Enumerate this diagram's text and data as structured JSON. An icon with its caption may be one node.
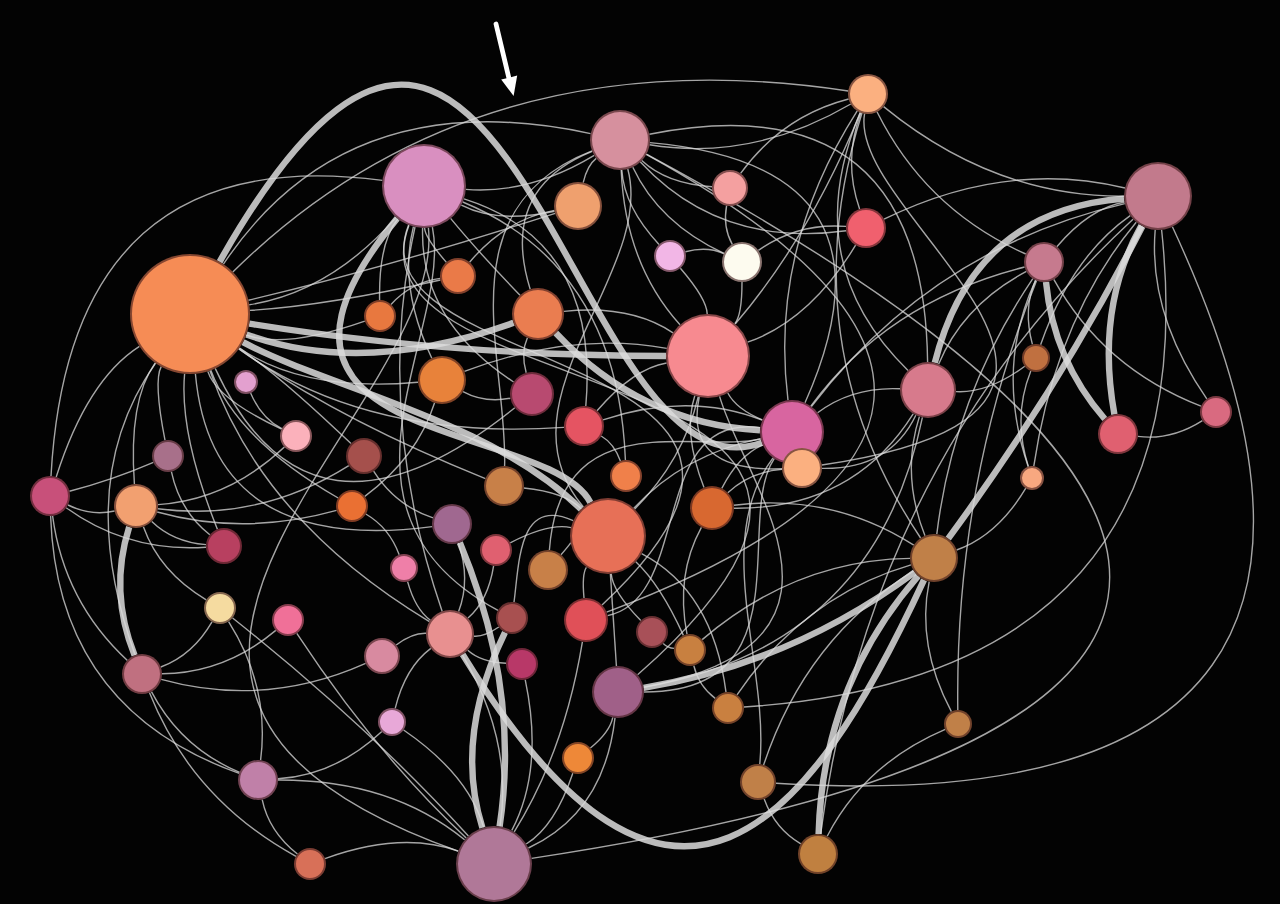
{
  "diagram": {
    "nodes": [
      {
        "text": [],
        "shape": "circle"
      },
      {
        "text": [],
        "shape": "circle"
      },
      {
        "text": [],
        "shape": "circle"
      },
      {
        "text": [],
        "shape": "circle"
      },
      {
        "text": [],
        "shape": "circle"
      },
      {
        "text": [],
        "shape": "circle"
      },
      {
        "text": [],
        "shape": "circle"
      },
      {
        "text": [],
        "shape": "circle"
      },
      {
        "text": [],
        "shape": "circle"
      },
      {
        "text": [],
        "shape": "circle"
      },
      {
        "text": [],
        "shape": "circle"
      },
      {
        "text": [],
        "shape": "circle"
      },
      {
        "text": [],
        "shape": "circle"
      },
      {
        "text": [],
        "shape": "circle"
      },
      {
        "text": [],
        "shape": "circle"
      },
      {
        "text": [],
        "shape": "circle"
      },
      {
        "text": [],
        "shape": "circle"
      },
      {
        "text": [],
        "shape": "circle"
      },
      {
        "text": [],
        "shape": "circle"
      },
      {
        "text": [],
        "shape": "circle"
      },
      {
        "text": [],
        "shape": "circle"
      },
      {
        "text": [],
        "shape": "circle"
      },
      {
        "text": [],
        "shape": "circle"
      },
      {
        "text": [],
        "shape": "circle"
      },
      {
        "text": [],
        "shape": "circle"
      },
      {
        "text": [],
        "shape": "circle"
      },
      {
        "text": [],
        "shape": "circle"
      },
      {
        "text": [],
        "shape": "circle"
      },
      {
        "text": [],
        "shape": "circle"
      },
      {
        "text": [],
        "shape": "circle"
      },
      {
        "text": [],
        "shape": "circle"
      },
      {
        "text": [],
        "shape": "circle"
      },
      {
        "text": [],
        "shape": "circle"
      },
      {
        "text": [],
        "shape": "circle"
      },
      {
        "text": [],
        "shape": "circle"
      },
      {
        "text": [],
        "shape": "circle"
      },
      {
        "text": [],
        "shape": "circle"
      },
      {
        "text": [],
        "shape": "circle"
      },
      {
        "text": [],
        "shape": "circle"
      },
      {
        "text": [],
        "shape": "circle"
      },
      {
        "text": [],
        "shape": "circle"
      },
      {
        "text": [],
        "shape": "circle"
      },
      {
        "text": [],
        "shape": "circle"
      },
      {
        "text": [],
        "shape": "circle"
      },
      {
        "text": [],
        "shape": "circle"
      },
      {
        "text": [],
        "shape": "circle"
      },
      {
        "text": [],
        "shape": "circle"
      },
      {
        "text": [],
        "shape": "circle"
      },
      {
        "text": [],
        "shape": "circle"
      },
      {
        "text": [],
        "shape": "circle"
      },
      {
        "text": [],
        "shape": "circle"
      },
      {
        "text": [],
        "shape": "circle"
      },
      {
        "text": [],
        "shape": "circle"
      },
      {
        "text": [],
        "shape": "circle"
      },
      {
        "text": [],
        "shape": "circle"
      },
      {
        "text": [],
        "shape": "circle"
      },
      {
        "text": [],
        "shape": "circle"
      },
      {
        "text": [],
        "shape": "circle"
      },
      {
        "text": [],
        "shape": "circle"
      },
      {
        "text": [],
        "shape": "circle"
      },
      {
        "text": [],
        "shape": "circle"
      },
      {
        "text": [],
        "shape": "circle"
      }
    ],
    "edges": [
      {
        "from": 0,
        "to": 1,
        "arrow": "none"
      },
      {
        "from": 0,
        "to": 2,
        "arrow": "none"
      },
      {
        "from": 0,
        "to": 3,
        "arrow": "none"
      },
      {
        "from": 0,
        "to": 4,
        "arrow": "none"
      },
      {
        "from": 0,
        "to": 8,
        "arrow": "none"
      },
      {
        "from": 0,
        "to": 12,
        "arrow": "none"
      },
      {
        "from": 0,
        "to": 13,
        "arrow": "none",
        "style": "thick"
      },
      {
        "from": 0,
        "to": 14,
        "arrow": "none",
        "style": "thick"
      },
      {
        "from": 0,
        "to": 17,
        "arrow": "none"
      },
      {
        "from": 0,
        "to": 19,
        "arrow": "none"
      },
      {
        "from": 0,
        "to": 20,
        "arrow": "none",
        "style": "thick"
      },
      {
        "from": 0,
        "to": 22,
        "arrow": "none"
      },
      {
        "from": 0,
        "to": 23,
        "arrow": "none"
      },
      {
        "from": 0,
        "to": 25,
        "arrow": "none"
      },
      {
        "from": 0,
        "to": 26,
        "arrow": "none"
      },
      {
        "from": 0,
        "to": 30,
        "arrow": "none"
      },
      {
        "from": 0,
        "to": 31,
        "arrow": "none"
      },
      {
        "from": 0,
        "to": 32,
        "arrow": "none"
      },
      {
        "from": 0,
        "to": 33,
        "arrow": "none"
      },
      {
        "from": 0,
        "to": 35,
        "arrow": "none"
      },
      {
        "from": 0,
        "to": 36,
        "arrow": "none",
        "style": "thick"
      },
      {
        "from": 0,
        "to": 37,
        "arrow": "none"
      },
      {
        "from": 0,
        "to": 47,
        "arrow": "none"
      },
      {
        "from": 0,
        "to": 51,
        "arrow": "none"
      },
      {
        "from": 1,
        "to": 2,
        "arrow": "none"
      },
      {
        "from": 1,
        "to": 4,
        "arrow": "none"
      },
      {
        "from": 1,
        "to": 8,
        "arrow": "none"
      },
      {
        "from": 1,
        "to": 12,
        "arrow": "none"
      },
      {
        "from": 1,
        "to": 13,
        "arrow": "none"
      },
      {
        "from": 1,
        "to": 17,
        "arrow": "none"
      },
      {
        "from": 1,
        "to": 19,
        "arrow": "none"
      },
      {
        "from": 1,
        "to": 22,
        "arrow": "none"
      },
      {
        "from": 1,
        "to": 28,
        "arrow": "none"
      },
      {
        "from": 1,
        "to": 31,
        "arrow": "none"
      },
      {
        "from": 1,
        "to": 36,
        "arrow": "none",
        "style": "thick"
      },
      {
        "from": 1,
        "to": 44,
        "arrow": "none"
      },
      {
        "from": 1,
        "to": 45,
        "arrow": "none"
      },
      {
        "from": 1,
        "to": 47,
        "arrow": "none"
      },
      {
        "from": 1,
        "to": 52,
        "arrow": "none"
      },
      {
        "from": 1,
        "to": 61,
        "arrow": "none"
      },
      {
        "from": 2,
        "to": 3,
        "arrow": "none"
      },
      {
        "from": 2,
        "to": 4,
        "arrow": "none"
      },
      {
        "from": 2,
        "to": 5,
        "arrow": "none"
      },
      {
        "from": 2,
        "to": 7,
        "arrow": "none"
      },
      {
        "from": 2,
        "to": 9,
        "arrow": "none"
      },
      {
        "from": 2,
        "to": 10,
        "arrow": "none"
      },
      {
        "from": 2,
        "to": 13,
        "arrow": "none"
      },
      {
        "from": 2,
        "to": 14,
        "arrow": "none"
      },
      {
        "from": 2,
        "to": 18,
        "arrow": "none"
      },
      {
        "from": 2,
        "to": 20,
        "arrow": "none"
      },
      {
        "from": 2,
        "to": 30,
        "arrow": "none"
      },
      {
        "from": 2,
        "to": 36,
        "arrow": "none"
      },
      {
        "from": 2,
        "to": 45,
        "arrow": "none"
      },
      {
        "from": 2,
        "to": 61,
        "arrow": "none"
      },
      {
        "from": 3,
        "to": 5,
        "arrow": "none"
      },
      {
        "from": 3,
        "to": 6,
        "arrow": "none"
      },
      {
        "from": 3,
        "to": 7,
        "arrow": "none"
      },
      {
        "from": 3,
        "to": 11,
        "arrow": "none"
      },
      {
        "from": 3,
        "to": 14,
        "arrow": "none"
      },
      {
        "from": 3,
        "to": 18,
        "arrow": "none"
      },
      {
        "from": 3,
        "to": 20,
        "arrow": "none"
      },
      {
        "from": 3,
        "to": 27,
        "arrow": "none"
      },
      {
        "from": 3,
        "to": 39,
        "arrow": "none"
      },
      {
        "from": 6,
        "to": 7,
        "arrow": "none"
      },
      {
        "from": 6,
        "to": 11,
        "arrow": "none"
      },
      {
        "from": 6,
        "to": 15,
        "arrow": "none"
      },
      {
        "from": 6,
        "to": 18,
        "arrow": "none",
        "style": "thick"
      },
      {
        "from": 6,
        "to": 20,
        "arrow": "none"
      },
      {
        "from": 6,
        "to": 21,
        "arrow": "none"
      },
      {
        "from": 6,
        "to": 24,
        "arrow": "none",
        "style": "thick"
      },
      {
        "from": 6,
        "to": 29,
        "arrow": "none"
      },
      {
        "from": 6,
        "to": 39,
        "arrow": "none",
        "style": "thick"
      },
      {
        "from": 6,
        "to": 53,
        "arrow": "none"
      },
      {
        "from": 6,
        "to": 58,
        "arrow": "none"
      },
      {
        "from": 6,
        "to": 59,
        "arrow": "none"
      },
      {
        "from": 11,
        "to": 15,
        "arrow": "none"
      },
      {
        "from": 11,
        "to": 18,
        "arrow": "none"
      },
      {
        "from": 11,
        "to": 20,
        "arrow": "none"
      },
      {
        "from": 11,
        "to": 21,
        "arrow": "none"
      },
      {
        "from": 11,
        "to": 24,
        "arrow": "none",
        "style": "thick"
      },
      {
        "from": 11,
        "to": 29,
        "arrow": "none"
      },
      {
        "from": 11,
        "to": 39,
        "arrow": "none"
      },
      {
        "from": 11,
        "to": 55,
        "arrow": "none"
      },
      {
        "from": 14,
        "to": 7,
        "arrow": "none"
      },
      {
        "from": 14,
        "to": 9,
        "arrow": "none"
      },
      {
        "from": 14,
        "to": 10,
        "arrow": "none"
      },
      {
        "from": 14,
        "to": 13,
        "arrow": "none"
      },
      {
        "from": 14,
        "to": 17,
        "arrow": "none"
      },
      {
        "from": 14,
        "to": 20,
        "arrow": "none"
      },
      {
        "from": 14,
        "to": 22,
        "arrow": "none"
      },
      {
        "from": 14,
        "to": 27,
        "arrow": "none"
      },
      {
        "from": 14,
        "to": 34,
        "arrow": "none"
      },
      {
        "from": 14,
        "to": 36,
        "arrow": "none"
      },
      {
        "from": 14,
        "to": 52,
        "arrow": "none"
      },
      {
        "from": 18,
        "to": 15,
        "arrow": "none"
      },
      {
        "from": 18,
        "to": 20,
        "arrow": "none"
      },
      {
        "from": 18,
        "to": 27,
        "arrow": "none"
      },
      {
        "from": 18,
        "to": 34,
        "arrow": "none"
      },
      {
        "from": 18,
        "to": 39,
        "arrow": "none"
      },
      {
        "from": 18,
        "to": 52,
        "arrow": "none"
      },
      {
        "from": 20,
        "to": 13,
        "arrow": "none",
        "style": "thick"
      },
      {
        "from": 20,
        "to": 22,
        "arrow": "none"
      },
      {
        "from": 20,
        "to": 34,
        "arrow": "none"
      },
      {
        "from": 20,
        "to": 36,
        "arrow": "none"
      },
      {
        "from": 20,
        "to": 41,
        "arrow": "none"
      },
      {
        "from": 20,
        "to": 45,
        "arrow": "none"
      },
      {
        "from": 20,
        "to": 52,
        "arrow": "none"
      },
      {
        "from": 20,
        "to": 58,
        "arrow": "none"
      },
      {
        "from": 39,
        "to": 29,
        "arrow": "none"
      },
      {
        "from": 39,
        "to": 34,
        "arrow": "none"
      },
      {
        "from": 39,
        "to": 47,
        "arrow": "none",
        "style": "thick"
      },
      {
        "from": 39,
        "to": 49,
        "arrow": "none"
      },
      {
        "from": 39,
        "to": 52,
        "arrow": "none",
        "style": "thick"
      },
      {
        "from": 39,
        "to": 53,
        "arrow": "none"
      },
      {
        "from": 39,
        "to": 55,
        "arrow": "none"
      },
      {
        "from": 39,
        "to": 58,
        "arrow": "none"
      },
      {
        "from": 39,
        "to": 59,
        "arrow": "none",
        "style": "thick"
      },
      {
        "from": 61,
        "to": 35,
        "arrow": "none",
        "style": "thick"
      },
      {
        "from": 61,
        "to": 42,
        "arrow": "none"
      },
      {
        "from": 61,
        "to": 43,
        "arrow": "none"
      },
      {
        "from": 61,
        "to": 44,
        "arrow": "none",
        "style": "thick"
      },
      {
        "from": 61,
        "to": 45,
        "arrow": "none"
      },
      {
        "from": 61,
        "to": 47,
        "arrow": "none"
      },
      {
        "from": 61,
        "to": 50,
        "arrow": "none"
      },
      {
        "from": 61,
        "to": 52,
        "arrow": "none"
      },
      {
        "from": 61,
        "to": 54,
        "arrow": "none"
      },
      {
        "from": 61,
        "to": 56,
        "arrow": "none"
      },
      {
        "from": 61,
        "to": 57,
        "arrow": "none"
      },
      {
        "from": 61,
        "to": 60,
        "arrow": "none"
      },
      {
        "from": 31,
        "to": 25,
        "arrow": "none"
      },
      {
        "from": 31,
        "to": 32,
        "arrow": "none"
      },
      {
        "from": 31,
        "to": 37,
        "arrow": "none"
      },
      {
        "from": 31,
        "to": 51,
        "arrow": "none"
      },
      {
        "from": 31,
        "to": 57,
        "arrow": "none"
      },
      {
        "from": 32,
        "to": 23,
        "arrow": "none"
      },
      {
        "from": 32,
        "to": 26,
        "arrow": "none"
      },
      {
        "from": 32,
        "to": 33,
        "arrow": "none"
      },
      {
        "from": 32,
        "to": 37,
        "arrow": "none"
      },
      {
        "from": 32,
        "to": 42,
        "arrow": "none"
      },
      {
        "from": 32,
        "to": 51,
        "arrow": "none",
        "style": "thick"
      },
      {
        "from": 51,
        "to": 42,
        "arrow": "none"
      },
      {
        "from": 51,
        "to": 43,
        "arrow": "none"
      },
      {
        "from": 51,
        "to": 48,
        "arrow": "none"
      },
      {
        "from": 51,
        "to": 57,
        "arrow": "none"
      },
      {
        "from": 51,
        "to": 60,
        "arrow": "none"
      },
      {
        "from": 36,
        "to": 30,
        "arrow": "none"
      },
      {
        "from": 36,
        "to": 38,
        "arrow": "none"
      },
      {
        "from": 36,
        "to": 41,
        "arrow": "none"
      },
      {
        "from": 36,
        "to": 44,
        "arrow": "none"
      },
      {
        "from": 36,
        "to": 45,
        "arrow": "none"
      },
      {
        "from": 36,
        "to": 46,
        "arrow": "none"
      },
      {
        "from": 36,
        "to": 49,
        "arrow": "none"
      },
      {
        "from": 36,
        "to": 52,
        "arrow": "none"
      },
      {
        "from": 36,
        "to": 53,
        "arrow": "none"
      },
      {
        "from": 47,
        "to": 35,
        "arrow": "none"
      },
      {
        "from": 47,
        "to": 38,
        "arrow": "none"
      },
      {
        "from": 47,
        "to": 44,
        "arrow": "none"
      },
      {
        "from": 47,
        "to": 48,
        "arrow": "none"
      },
      {
        "from": 47,
        "to": 50,
        "arrow": "none"
      },
      {
        "from": 47,
        "to": 54,
        "arrow": "none"
      },
      {
        "from": 57,
        "to": 42,
        "arrow": "none"
      },
      {
        "from": 57,
        "to": 54,
        "arrow": "none"
      },
      {
        "from": 57,
        "to": 60,
        "arrow": "none"
      },
      {
        "from": 8,
        "to": 12,
        "arrow": "none"
      },
      {
        "from": 17,
        "to": 19,
        "arrow": "none"
      },
      {
        "from": 17,
        "to": 33,
        "arrow": "none"
      },
      {
        "from": 26,
        "to": 35,
        "arrow": "none"
      },
      {
        "from": 40,
        "to": 47,
        "arrow": "none"
      },
      {
        "from": 40,
        "to": 33,
        "arrow": "none"
      },
      {
        "from": 28,
        "to": 22,
        "arrow": "none"
      },
      {
        "from": 34,
        "to": 49,
        "arrow": "none"
      },
      {
        "from": 46,
        "to": 49,
        "arrow": "none"
      },
      {
        "from": 56,
        "to": 52,
        "arrow": "none"
      },
      {
        "from": 58,
        "to": 59,
        "arrow": "none"
      },
      {
        "from": 55,
        "to": 59,
        "arrow": "none"
      },
      {
        "from": 49,
        "to": 53,
        "arrow": "none"
      },
      {
        "from": 16,
        "to": 23,
        "arrow": "none"
      },
      {
        "from": 25,
        "to": 37,
        "arrow": "none"
      },
      {
        "from": 24,
        "to": 21,
        "arrow": "none"
      },
      {
        "from": 15,
        "to": 29,
        "arrow": "none"
      },
      {
        "from": 27,
        "to": 34,
        "arrow": "none"
      },
      {
        "from": 10,
        "to": 9,
        "arrow": "none"
      },
      {
        "from": 5,
        "to": 10,
        "arrow": "none"
      },
      {
        "from": 7,
        "to": 10,
        "arrow": "none"
      },
      {
        "from": 4,
        "to": 8,
        "arrow": "none"
      },
      {
        "from": 13,
        "to": 19,
        "arrow": "none"
      }
    ]
  }
}
